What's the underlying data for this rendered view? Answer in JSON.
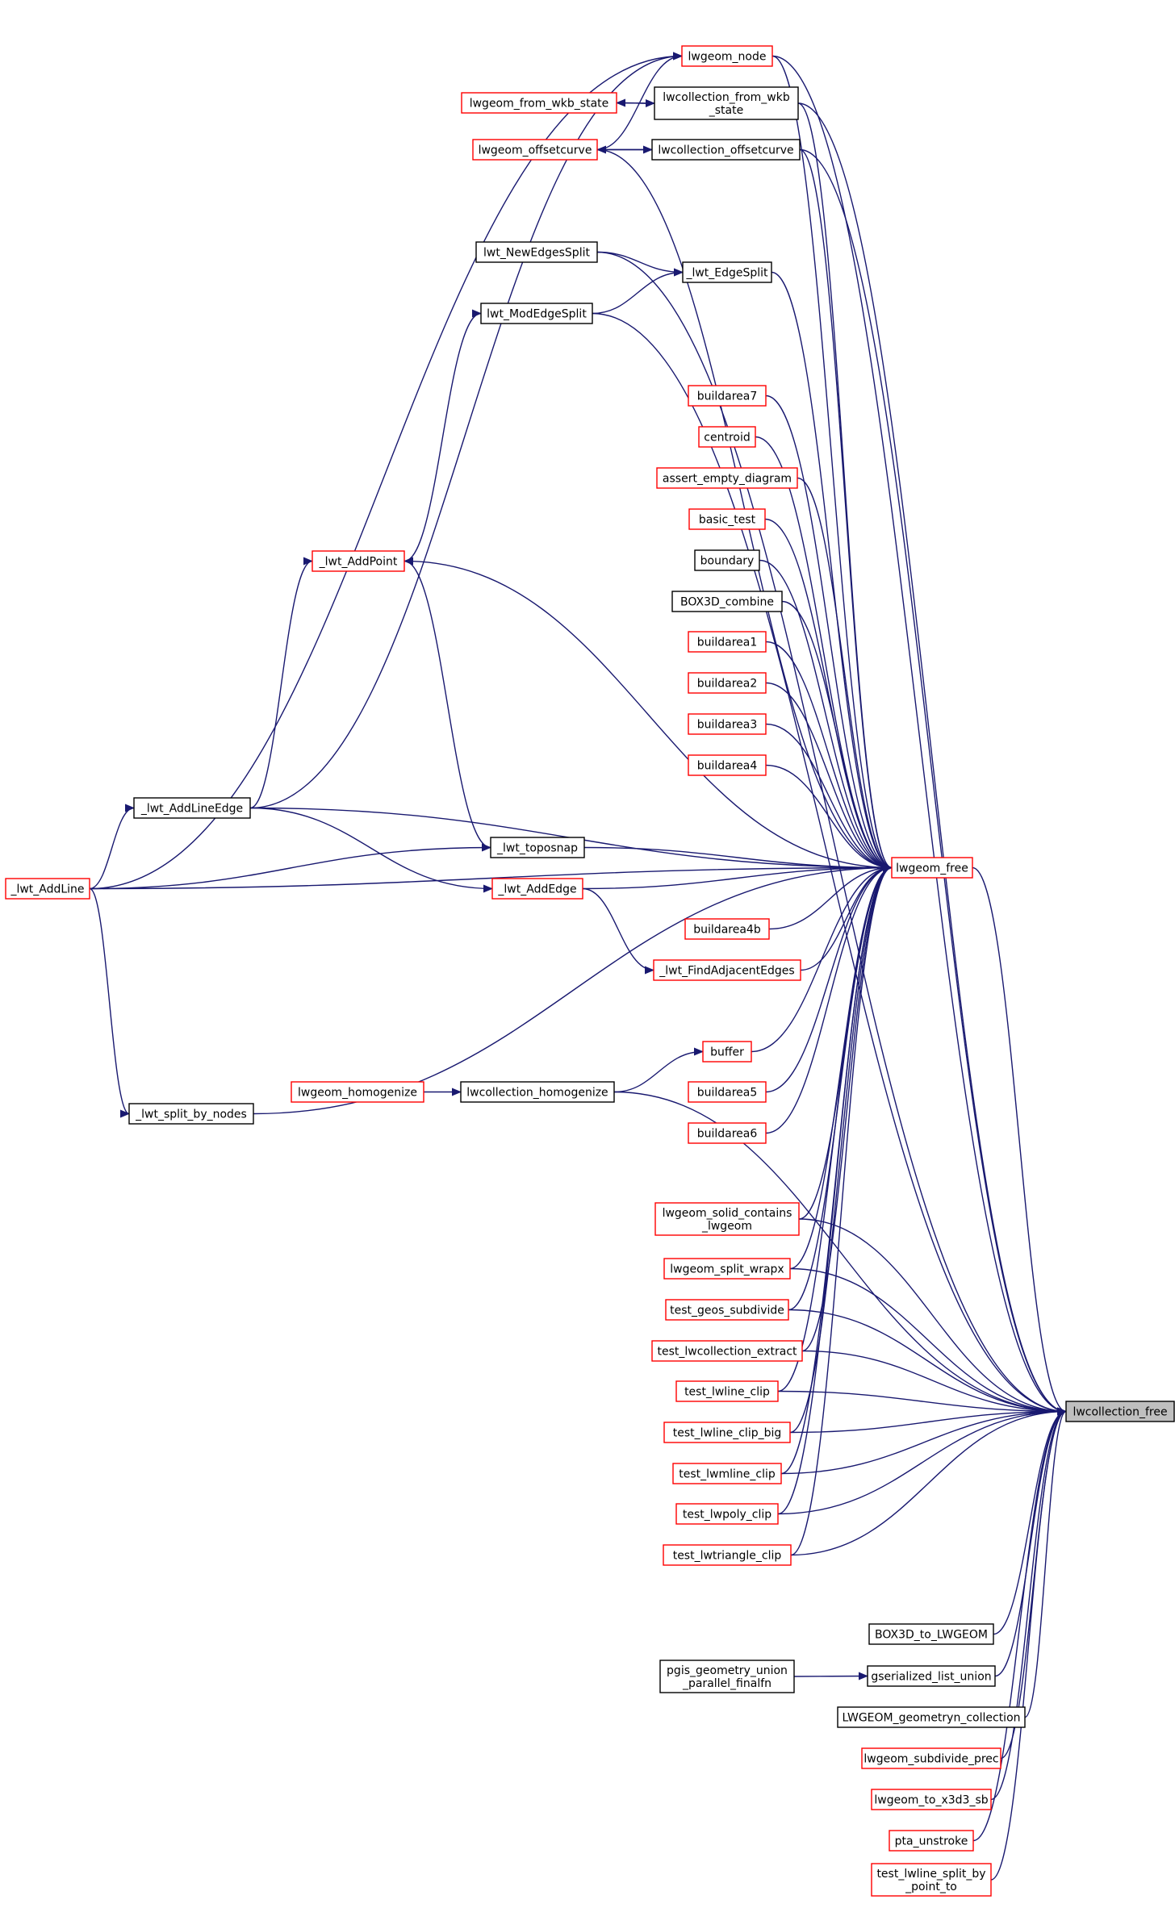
{
  "diagram": {
    "title": "",
    "nodes": [
      {
        "id": "root",
        "label": [
          "lwcollection_free"
        ],
        "style": "root"
      },
      {
        "id": "lwgeom_free",
        "label": [
          "lwgeom_free"
        ],
        "style": "red"
      },
      {
        "id": "lwgeom_node",
        "label": [
          "lwgeom_node"
        ],
        "style": "red"
      },
      {
        "id": "lwcoll_from_wkb",
        "label": [
          "lwcollection_from_wkb",
          "_state"
        ],
        "style": "black"
      },
      {
        "id": "lwgeom_from_wkb",
        "label": [
          "lwgeom_from_wkb_state"
        ],
        "style": "red"
      },
      {
        "id": "lwcoll_offset",
        "label": [
          "lwcollection_offsetcurve"
        ],
        "style": "black"
      },
      {
        "id": "lwgeom_offset",
        "label": [
          "lwgeom_offsetcurve"
        ],
        "style": "red"
      },
      {
        "id": "newedges",
        "label": [
          "lwt_NewEdgesSplit"
        ],
        "style": "black"
      },
      {
        "id": "edgesplit",
        "label": [
          "_lwt_EdgeSplit"
        ],
        "style": "black"
      },
      {
        "id": "modedge",
        "label": [
          "lwt_ModEdgeSplit"
        ],
        "style": "black"
      },
      {
        "id": "buildarea7",
        "label": [
          "buildarea7"
        ],
        "style": "red"
      },
      {
        "id": "centroid",
        "label": [
          "centroid"
        ],
        "style": "red"
      },
      {
        "id": "assert_empty",
        "label": [
          "assert_empty_diagram"
        ],
        "style": "red"
      },
      {
        "id": "basic_test",
        "label": [
          "basic_test"
        ],
        "style": "red"
      },
      {
        "id": "boundary",
        "label": [
          "boundary"
        ],
        "style": "black"
      },
      {
        "id": "box3d_combine",
        "label": [
          "BOX3D_combine"
        ],
        "style": "black"
      },
      {
        "id": "buildarea1",
        "label": [
          "buildarea1"
        ],
        "style": "red"
      },
      {
        "id": "buildarea2",
        "label": [
          "buildarea2"
        ],
        "style": "red"
      },
      {
        "id": "buildarea3",
        "label": [
          "buildarea3"
        ],
        "style": "red"
      },
      {
        "id": "buildarea4",
        "label": [
          "buildarea4"
        ],
        "style": "red"
      },
      {
        "id": "addpoint",
        "label": [
          "_lwt_AddPoint"
        ],
        "style": "red"
      },
      {
        "id": "addlineedge",
        "label": [
          "_lwt_AddLineEdge"
        ],
        "style": "black"
      },
      {
        "id": "toposnap",
        "label": [
          "_lwt_toposnap"
        ],
        "style": "black"
      },
      {
        "id": "addline",
        "label": [
          "_lwt_AddLine"
        ],
        "style": "red"
      },
      {
        "id": "addedge",
        "label": [
          "_lwt_AddEdge"
        ],
        "style": "red"
      },
      {
        "id": "buildarea4b",
        "label": [
          "buildarea4b"
        ],
        "style": "red"
      },
      {
        "id": "findadj",
        "label": [
          "_lwt_FindAdjacentEdges"
        ],
        "style": "red"
      },
      {
        "id": "buffer",
        "label": [
          "buffer"
        ],
        "style": "red"
      },
      {
        "id": "lwgeom_homog",
        "label": [
          "lwgeom_homogenize"
        ],
        "style": "red"
      },
      {
        "id": "lwcoll_homog",
        "label": [
          "lwcollection_homogenize"
        ],
        "style": "black"
      },
      {
        "id": "buildarea5",
        "label": [
          "buildarea5"
        ],
        "style": "red"
      },
      {
        "id": "split_nodes",
        "label": [
          "_lwt_split_by_nodes"
        ],
        "style": "black"
      },
      {
        "id": "buildarea6",
        "label": [
          "buildarea6"
        ],
        "style": "red"
      },
      {
        "id": "solid_contains",
        "label": [
          "lwgeom_solid_contains",
          "_lwgeom"
        ],
        "style": "red"
      },
      {
        "id": "split_wrapx",
        "label": [
          "lwgeom_split_wrapx"
        ],
        "style": "red"
      },
      {
        "id": "geos_subdivide",
        "label": [
          "test_geos_subdivide"
        ],
        "style": "red"
      },
      {
        "id": "lwcoll_extract",
        "label": [
          "test_lwcollection_extract"
        ],
        "style": "red"
      },
      {
        "id": "lwline_clip",
        "label": [
          "test_lwline_clip"
        ],
        "style": "red"
      },
      {
        "id": "lwline_clip_big",
        "label": [
          "test_lwline_clip_big"
        ],
        "style": "red"
      },
      {
        "id": "lwmline_clip",
        "label": [
          "test_lwmline_clip"
        ],
        "style": "red"
      },
      {
        "id": "lwpoly_clip",
        "label": [
          "test_lwpoly_clip"
        ],
        "style": "red"
      },
      {
        "id": "lwtriangle_clip",
        "label": [
          "test_lwtriangle_clip"
        ],
        "style": "red"
      },
      {
        "id": "box3d_to_lwgeom",
        "label": [
          "BOX3D_to_LWGEOM"
        ],
        "style": "black"
      },
      {
        "id": "pgis_union",
        "label": [
          "pgis_geometry_union",
          "_parallel_finalfn"
        ],
        "style": "black"
      },
      {
        "id": "gser_union",
        "label": [
          "gserialized_list_union"
        ],
        "style": "black"
      },
      {
        "id": "geomn_coll",
        "label": [
          "LWGEOM_geometryn_collection"
        ],
        "style": "black"
      },
      {
        "id": "subdivide_prec",
        "label": [
          "lwgeom_subdivide_prec"
        ],
        "style": "red"
      },
      {
        "id": "to_x3d3",
        "label": [
          "lwgeom_to_x3d3_sb"
        ],
        "style": "red"
      },
      {
        "id": "pta_unstroke",
        "label": [
          "pta_unstroke"
        ],
        "style": "red"
      },
      {
        "id": "split_by_point",
        "label": [
          "test_lwline_split_by",
          "_point_to"
        ],
        "style": "red"
      }
    ],
    "edges": [
      [
        "lwgeom_node",
        "root"
      ],
      [
        "lwcoll_from_wkb",
        "root"
      ],
      [
        "lwcoll_offset",
        "root"
      ],
      [
        "newedges",
        "root"
      ],
      [
        "modedge",
        "root"
      ],
      [
        "lwgeom_free",
        "root"
      ],
      [
        "solid_contains",
        "root"
      ],
      [
        "split_wrapx",
        "root"
      ],
      [
        "geos_subdivide",
        "root"
      ],
      [
        "lwcoll_extract",
        "root"
      ],
      [
        "lwline_clip",
        "root"
      ],
      [
        "lwline_clip_big",
        "root"
      ],
      [
        "lwmline_clip",
        "root"
      ],
      [
        "lwpoly_clip",
        "root"
      ],
      [
        "lwtriangle_clip",
        "root"
      ],
      [
        "lwcoll_homog",
        "root"
      ],
      [
        "box3d_to_lwgeom",
        "root"
      ],
      [
        "gser_union",
        "root"
      ],
      [
        "geomn_coll",
        "root"
      ],
      [
        "subdivide_prec",
        "root"
      ],
      [
        "to_x3d3",
        "root"
      ],
      [
        "pta_unstroke",
        "root"
      ],
      [
        "split_by_point",
        "root"
      ],
      [
        "lwgeom_node",
        "lwgeom_free"
      ],
      [
        "lwcoll_from_wkb",
        "lwgeom_free"
      ],
      [
        "lwcoll_offset",
        "lwgeom_free"
      ],
      [
        "lwgeom_offset",
        "lwgeom_free"
      ],
      [
        "edgesplit",
        "lwgeom_free"
      ],
      [
        "addpoint",
        "lwgeom_free"
      ],
      [
        "buildarea7",
        "lwgeom_free"
      ],
      [
        "centroid",
        "lwgeom_free"
      ],
      [
        "assert_empty",
        "lwgeom_free"
      ],
      [
        "basic_test",
        "lwgeom_free"
      ],
      [
        "boundary",
        "lwgeom_free"
      ],
      [
        "box3d_combine",
        "lwgeom_free"
      ],
      [
        "buildarea1",
        "lwgeom_free"
      ],
      [
        "buildarea2",
        "lwgeom_free"
      ],
      [
        "buildarea3",
        "lwgeom_free"
      ],
      [
        "buildarea4",
        "lwgeom_free"
      ],
      [
        "addlineedge",
        "lwgeom_free"
      ],
      [
        "toposnap",
        "lwgeom_free"
      ],
      [
        "addedge",
        "lwgeom_free"
      ],
      [
        "buildarea4b",
        "lwgeom_free"
      ],
      [
        "findadj",
        "lwgeom_free"
      ],
      [
        "addline",
        "lwgeom_free"
      ],
      [
        "buffer",
        "lwgeom_free"
      ],
      [
        "buildarea5",
        "lwgeom_free"
      ],
      [
        "buildarea6",
        "lwgeom_free"
      ],
      [
        "split_nodes",
        "lwgeom_free"
      ],
      [
        "solid_contains",
        "lwgeom_free"
      ],
      [
        "split_wrapx",
        "lwgeom_free"
      ],
      [
        "geos_subdivide",
        "lwgeom_free"
      ],
      [
        "lwcoll_extract",
        "lwgeom_free"
      ],
      [
        "lwline_clip",
        "lwgeom_free"
      ],
      [
        "lwline_clip_big",
        "lwgeom_free"
      ],
      [
        "lwmline_clip",
        "lwgeom_free"
      ],
      [
        "lwpoly_clip",
        "lwgeom_free"
      ],
      [
        "lwtriangle_clip",
        "lwgeom_free"
      ],
      [
        "lwgeom_offset",
        "lwgeom_node"
      ],
      [
        "addlineedge",
        "lwgeom_node"
      ],
      [
        "addline",
        "lwgeom_node"
      ],
      [
        "lwcoll_from_wkb",
        "lwgeom_from_wkb"
      ],
      [
        "lwgeom_from_wkb",
        "lwcoll_from_wkb"
      ],
      [
        "lwcoll_offset",
        "lwgeom_offset"
      ],
      [
        "lwgeom_offset",
        "lwcoll_offset"
      ],
      [
        "newedges",
        "edgesplit"
      ],
      [
        "modedge",
        "edgesplit"
      ],
      [
        "addpoint",
        "modedge"
      ],
      [
        "addlineedge",
        "addpoint"
      ],
      [
        "toposnap",
        "addpoint"
      ],
      [
        "addline",
        "addlineedge"
      ],
      [
        "addline",
        "toposnap"
      ],
      [
        "addlineedge",
        "addedge"
      ],
      [
        "addedge",
        "findadj"
      ],
      [
        "addline",
        "split_nodes"
      ],
      [
        "lwgeom_homog",
        "lwcoll_homog"
      ],
      [
        "lwcoll_homog",
        "buffer"
      ],
      [
        "pgis_union",
        "gser_union"
      ]
    ]
  }
}
